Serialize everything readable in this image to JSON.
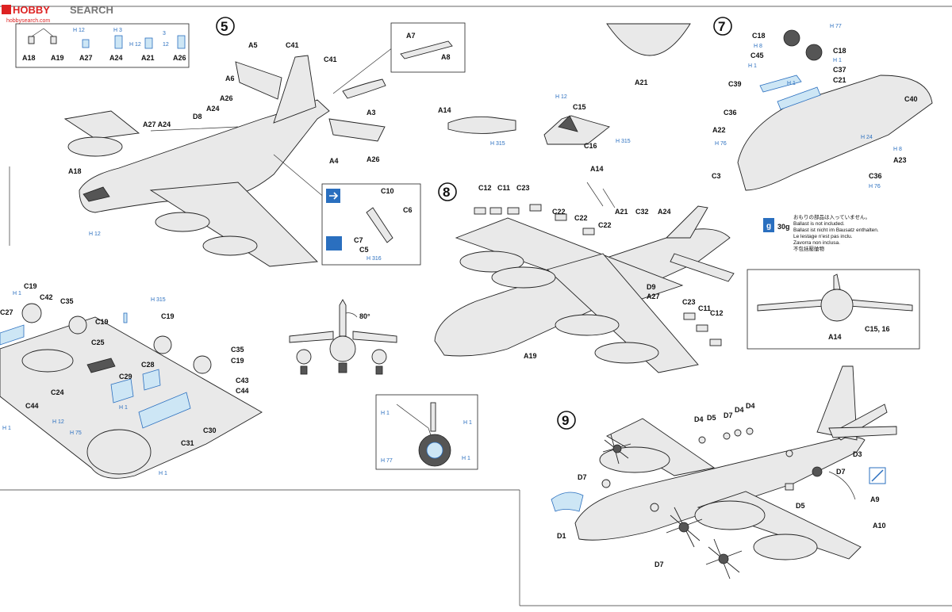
{
  "watermark": {
    "brand_a": "HOBBY",
    "brand_b": "SEARCH",
    "sub": "hobbysearch.com"
  },
  "steps": {
    "s5": "5",
    "s7": "7",
    "s8": "8",
    "s9": "9"
  },
  "legend": {
    "a18": "A18",
    "a19": "A19",
    "a27": "A27",
    "a24": "A24",
    "a21": "A21",
    "a26": "A26",
    "h12": "H 12",
    "h3a": "H 3",
    "h12b": "H 12",
    "h3b": "3",
    "h12c": "12"
  },
  "step5": {
    "a5": "A5",
    "c41a": "C41",
    "c41b": "C41",
    "a6": "A6",
    "a26": "A26",
    "a24": "A24",
    "d8": "D8",
    "a27a24": "A27  A24",
    "a18": "A18",
    "a3": "A3",
    "a4": "A4",
    "a26b": "A26",
    "h12": "H 12",
    "a7": "A7",
    "a8": "A8",
    "c10": "C10",
    "c6": "C6",
    "c7": "C7",
    "c5": "C5",
    "h316": "H 316"
  },
  "step7": {
    "c18a": "C18",
    "h77": "H 77",
    "h8a": "H 8",
    "c18b": "C18",
    "c45": "C45",
    "h1a": "H 1",
    "c37": "C37",
    "h1b": "H 1",
    "c39": "C39",
    "h1c": "H 1",
    "c21": "C21",
    "c40": "C40",
    "c36a": "C36",
    "a22": "A22",
    "h76a": "H 76",
    "h24": "H 24",
    "h8b": "H 8",
    "a23": "A23",
    "c3": "C3",
    "c36b": "C36",
    "h76b": "H 76"
  },
  "ballast": {
    "icon": "g",
    "weight": "30g",
    "lines": [
      "おもりの部品は入っていません。",
      "Ballast is not included.",
      "Ballast ist nicht im Bausatz enthalten.",
      "Le lestage n'est pas inclu.",
      "Zavorra non inclusa.",
      "不包括壓艙物"
    ]
  },
  "step8": {
    "a14": "A14",
    "h315": "H 315",
    "h12": "H 12",
    "c15": "C15",
    "c16": "C16",
    "h315b": "H 315",
    "a21": "A21",
    "a14b": "A14",
    "c12": "C12",
    "c11": "C11",
    "c23": "C23",
    "c22a": "C22",
    "c22b": "C22",
    "c22c": "C22",
    "a21b": "A21",
    "c32": "C32",
    "a24": "A24",
    "d9": "D9",
    "a27": "A27",
    "a19": "A19",
    "c23b": "C23",
    "c11b": "C11",
    "c12b": "C12"
  },
  "inset": {
    "a14": "A14",
    "c1516": "C15, 16"
  },
  "front_view": {
    "angle": "80°"
  },
  "step6": {
    "c27": "C27",
    "h1a": "H 1",
    "c19a": "C19",
    "c42": "C42",
    "c35a": "C35",
    "c19b": "C19",
    "h315": "H 315",
    "c19c": "C19",
    "c25": "C25",
    "c35b": "C35",
    "c19d": "C19",
    "c24": "C24",
    "c28": "C28",
    "c29": "C29",
    "c43": "C43",
    "c44a": "C44",
    "c44b": "C44",
    "h1b": "H 1",
    "h1c": "H 1",
    "h12": "H 12",
    "h75": "H 75",
    "c31": "C31",
    "c30": "C30",
    "h1d": "H 1"
  },
  "gear_inset": {
    "h1a": "H 1",
    "h1b": "H 1",
    "h77": "H 77",
    "h1c": "H 1"
  },
  "step9": {
    "d4a": "D4",
    "d5a": "D5",
    "d7a": "D7",
    "d4b": "D4",
    "d4c": "D4",
    "d3": "D3",
    "d7b": "D7",
    "d7c": "D7",
    "a9": "A9",
    "d5b": "D5",
    "a10": "A10",
    "d1": "D1",
    "d7d": "D7"
  }
}
